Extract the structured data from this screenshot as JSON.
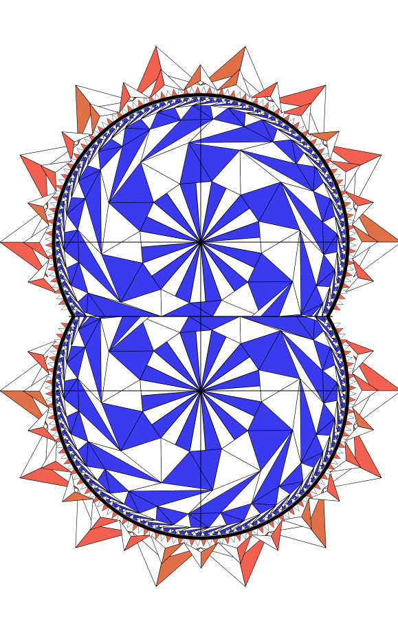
{
  "figure": {
    "colors": {
      "background": "#ffffff",
      "inner_fill": "#3a3aef",
      "outer_fill_light": "#f26150",
      "outer_fill_dark": "#e07048",
      "edge": "#000000"
    },
    "lobes": [
      {
        "name": "upper",
        "rays": 12
      },
      {
        "name": "lower",
        "rays": 12
      }
    ],
    "regions": [
      "inner-tiling",
      "outer-tiling",
      "boundary-curve"
    ]
  }
}
